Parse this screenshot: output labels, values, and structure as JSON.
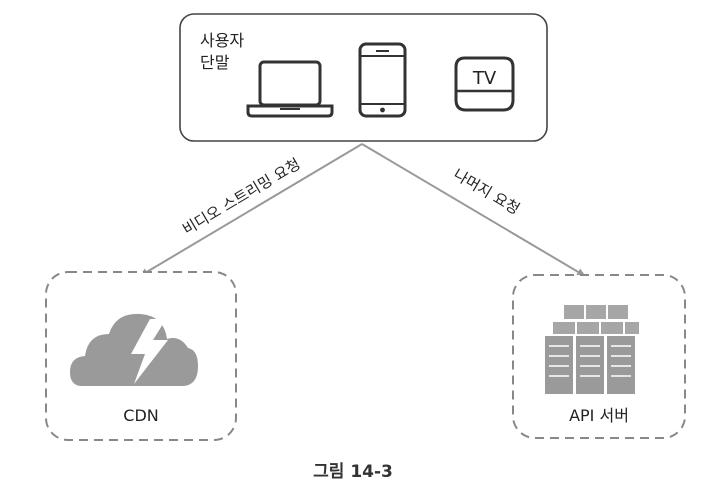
{
  "user_devices": {
    "label_line1": "사용자",
    "label_line2": "단말",
    "tv_label": "TV"
  },
  "edges": {
    "video_streaming": "비디오 스트리밍 요청",
    "other_requests": "나머지 요청"
  },
  "cdn": {
    "label": "CDN"
  },
  "api_server": {
    "label": "API 서버"
  },
  "caption": "그림 14-3"
}
